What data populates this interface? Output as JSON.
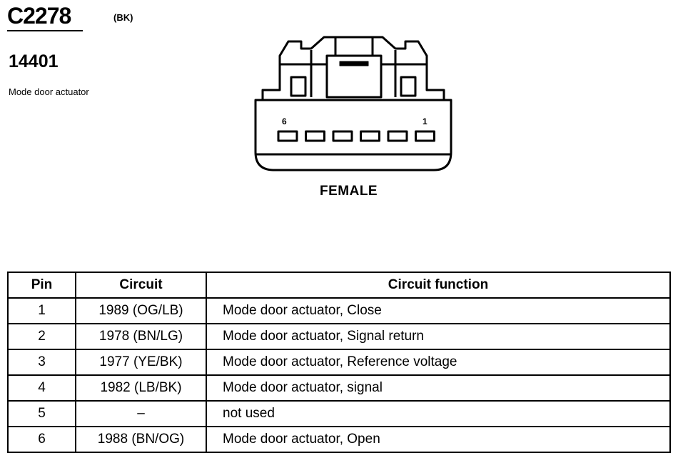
{
  "header": {
    "connector_id": "C2278",
    "color_code": "(BK)",
    "part_number": "14401",
    "component_name": "Mode door actuator"
  },
  "diagram": {
    "pin_label_left": "6",
    "pin_label_right": "1",
    "gender": "FEMALE",
    "cavity_count": 6
  },
  "table": {
    "headers": [
      "Pin",
      "Circuit",
      "Circuit function"
    ],
    "rows": [
      {
        "pin": "1",
        "circuit": "1989 (OG/LB)",
        "function": "Mode door actuator, Close"
      },
      {
        "pin": "2",
        "circuit": "1978 (BN/LG)",
        "function": "Mode door actuator, Signal return"
      },
      {
        "pin": "3",
        "circuit": "1977 (YE/BK)",
        "function": "Mode door actuator, Reference voltage"
      },
      {
        "pin": "4",
        "circuit": "1982 (LB/BK)",
        "function": "Mode door actuator, signal"
      },
      {
        "pin": "5",
        "circuit": "–",
        "function": "not used"
      },
      {
        "pin": "6",
        "circuit": "1988 (BN/OG)",
        "function": "Mode door actuator, Open"
      }
    ]
  }
}
